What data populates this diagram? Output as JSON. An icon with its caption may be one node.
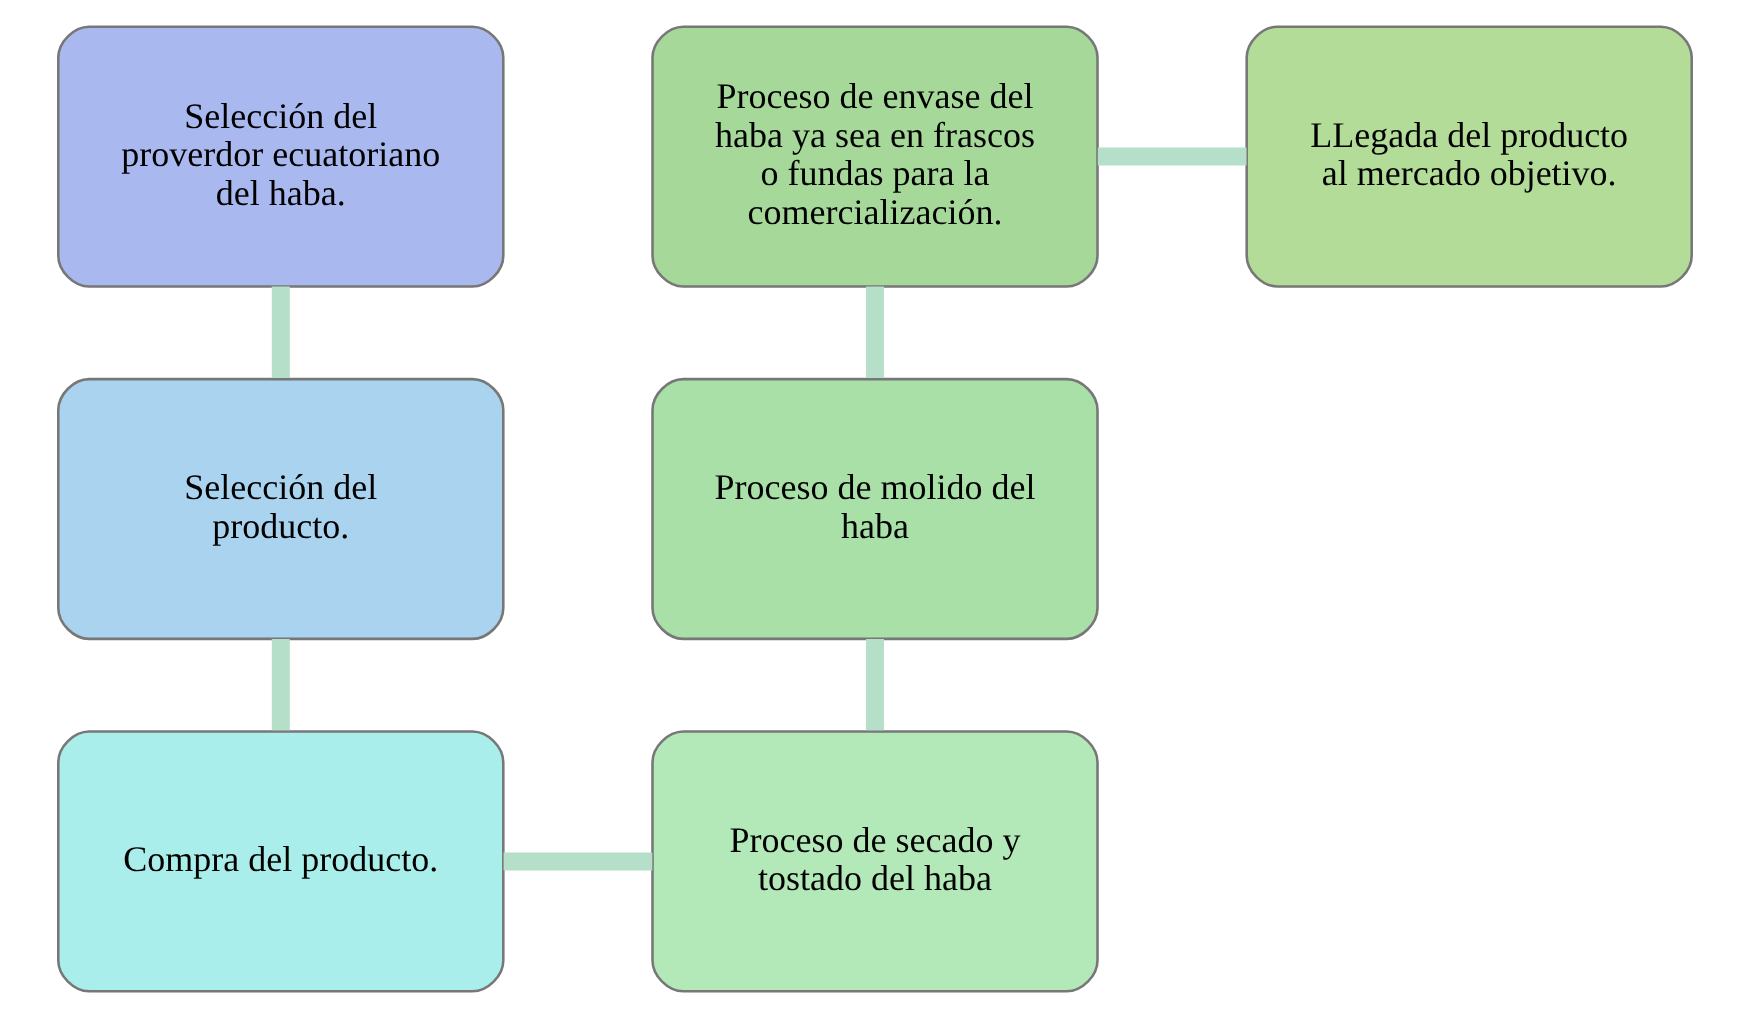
{
  "diagram": {
    "nodes": [
      {
        "text": [
          "Selección del proverdor ecuatoriano del haba."
        ]
      },
      {
        "text": [
          "Selección del producto."
        ]
      },
      {
        "text": [
          "Compra del producto."
        ]
      },
      {
        "text": [
          "Proceso de secado y tostado del haba"
        ]
      },
      {
        "text": [
          "Proceso de molido del haba"
        ]
      },
      {
        "text": [
          "Proceso de envase del haba ya sea en frascos o fundas para la comercialización."
        ]
      },
      {
        "text": [
          "LLegada del producto al mercado objetivo."
        ]
      }
    ],
    "edges": [
      {
        "from": 0,
        "to": 1,
        "arrow": "none"
      },
      {
        "from": 1,
        "to": 2,
        "arrow": "none"
      },
      {
        "from": 2,
        "to": 3,
        "arrow": "none"
      },
      {
        "from": 3,
        "to": 4,
        "arrow": "none"
      },
      {
        "from": 4,
        "to": 5,
        "arrow": "none"
      },
      {
        "from": 5,
        "to": 6,
        "arrow": "none"
      }
    ]
  }
}
